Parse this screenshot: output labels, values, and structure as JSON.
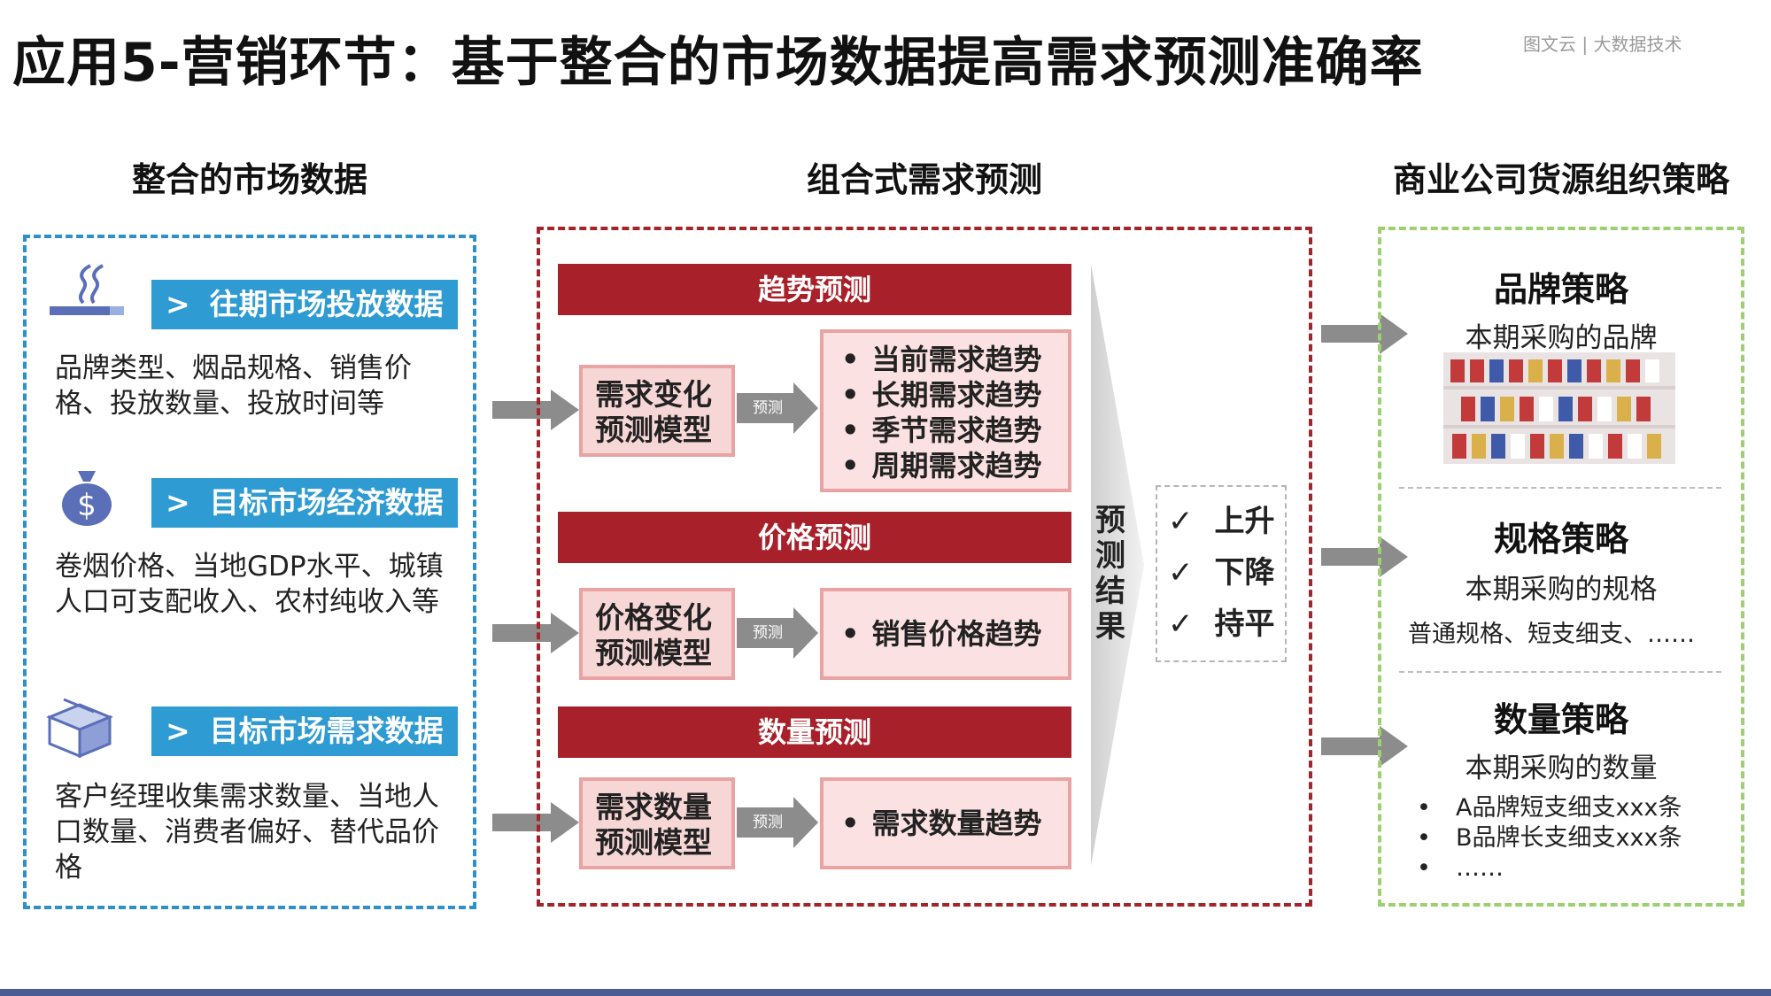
{
  "header": {
    "title": "应用5-营销环节：基于整合的市场数据提高需求预测准确率",
    "logo_text": "图文云 | 大数据技术"
  },
  "columns": {
    "left": "整合的市场数据",
    "middle": "组合式需求预测",
    "right": "商业公司货源组织策略"
  },
  "left": {
    "items": [
      {
        "icon": "cigarette-icon",
        "label": "往期市场投放数据",
        "desc": "品牌类型、烟品规格、销售价格、投放数量、投放时间等"
      },
      {
        "icon": "money-bag-icon",
        "label": "目标市场经济数据",
        "desc": "卷烟价格、当地GDP水平、城镇人口可支配收入、农村纯收入等"
      },
      {
        "icon": "box-icon",
        "label": "目标市场需求数据",
        "desc": "客户经理收集需求数量、当地人口数量、消费者偏好、替代品价格"
      }
    ]
  },
  "middle": {
    "sections": [
      {
        "title": "趋势预测",
        "model_line1": "需求变化",
        "model_line2": "预测模型",
        "arrow_label": "预测",
        "results": [
          "当前需求趋势",
          "长期需求趋势",
          "季节需求趋势",
          "周期需求趋势"
        ]
      },
      {
        "title": "价格预测",
        "model_line1": "价格变化",
        "model_line2": "预测模型",
        "arrow_label": "预测",
        "results": [
          "销售价格趋势"
        ]
      },
      {
        "title": "数量预测",
        "model_line1": "需求数量",
        "model_line2": "预测模型",
        "arrow_label": "预测",
        "results": [
          "需求数量趋势"
        ]
      }
    ],
    "bullet": "•",
    "forecast_result": [
      "预",
      "测",
      "结",
      "果"
    ],
    "outcomes": [
      "上升",
      "下降",
      "持平"
    ],
    "check_mark": "✓"
  },
  "right": {
    "strategies": [
      {
        "title": "品牌策略",
        "subtitle": "本期采购的品牌"
      },
      {
        "title": "规格策略",
        "subtitle": "本期采购的规格",
        "detail": "普通规格、短支细支、……"
      },
      {
        "title": "数量策略",
        "subtitle": "本期采购的数量",
        "bullets": [
          "A品牌短支细支xxx条",
          "B品牌长支细支xxx条",
          "……"
        ]
      }
    ]
  },
  "colors": {
    "blue": "#2f9bd3",
    "red": "#a8202a",
    "pink": "#f7d6d6",
    "green": "#9dd16f",
    "arrow": "#8c8c8c"
  }
}
